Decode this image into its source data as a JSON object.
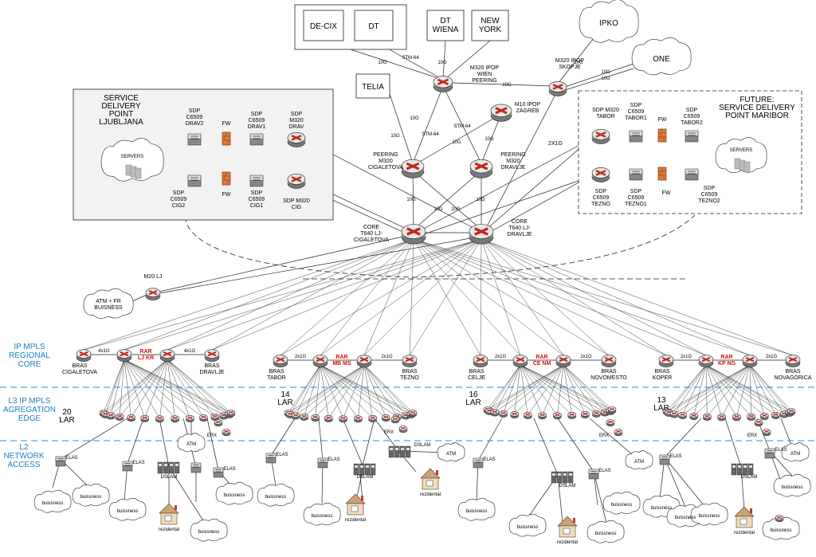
{
  "layers": {
    "core": "IP MPLS\nREGIONAL\nCORE",
    "edge": "L3 IP MPLS\nAGREGATION\nEDGE",
    "access": "L2\nNETWORK\nACCESS"
  },
  "peers": {
    "decix": "DE-CIX",
    "dt": "DT",
    "dtwiena": "DT\nWIENA",
    "newyork": "NEW\nYORK",
    "telia": "TELIA",
    "ipko": "IPKO",
    "one": "ONE"
  },
  "top_routers": {
    "wien": "M320 IPOP\nWIEN\nPEERING",
    "skopje": "M320 IPOP\nSKOPJE",
    "zagreb": "M10 IPOP\nZAGREB",
    "cig_peer": "PEERING\nM320\nCIGALETOVA",
    "drav_peer": "PEERING\nM320\nDRAVLJE",
    "core_cig": "CORE\nT640 LJ-\nCIGALETOVA",
    "core_drav": "CORE\nT640 LJ-\nDRAVLJE",
    "m20": "M20 LJ"
  },
  "link_labels": {
    "stm64a": "STM-64",
    "stm64b": "STM-64",
    "stm64c": "STM-64",
    "g10": "10G",
    "x2": "2X1G",
    "x2small": "2x1G",
    "x4small": "4x1G"
  },
  "sdp_lj": {
    "title": "SERVICE\nDELIVERY\nPOINT\nLJUBLJANA",
    "drav2": "SDP\nC6509\nDRAV2",
    "drav1": "SDP\nC6509\nDRAV1",
    "drav": "SDP\nM320\nDRAV",
    "cig2": "SDP\nC6509\nCIG2",
    "cig1": "SDP\nC6509\nCIG1",
    "cig": "SDP M320\nCIG",
    "fw": "FW",
    "servers": "SERVERS"
  },
  "sdp_mb": {
    "title": "FUTURE:\nSERVICE DELIVERY\nPOINT MARIBOR",
    "tabor": "SDP M320\nTABOR",
    "tabor1": "SDP\nC6509\nTABOR1",
    "tabor2": "SDP\nC6509\nTABOR2",
    "tezno": "SDP\nC6509\nTEZNO",
    "tezno1": "SDP\nC6509\nTEZNO1",
    "tezno2": "SDP\nC6509\nTEZNO2",
    "fw": "FW",
    "servers": "SERVERS"
  },
  "atmfr": "ATM + FR\nBUISNESS",
  "regions": [
    {
      "bras_a": "BRAS\nCIGALETOVA",
      "rar": "RAR\nLJ KR",
      "bras_b": "BRAS\nDRAVLJE",
      "lar": "20\nLAR"
    },
    {
      "bras_a": "BRAS\nTABOR",
      "rar": "RAR\nMB MS",
      "bras_b": "BRAS\nTEZNO",
      "lar": "14\nLAR"
    },
    {
      "bras_a": "BRAS\nCELJE",
      "rar": "RAR\nCE NM",
      "bras_b": "BRAS\nNOVOMESTO",
      "lar": "16\nLAR"
    },
    {
      "bras_a": "BRAS\nKOPER",
      "rar": "RAR\nKP NG",
      "bras_b": "BRAS\nNOVAGORICA",
      "lar": "13\nLAR"
    }
  ],
  "access": {
    "elas": "ELAS",
    "dslam": "DSLAM",
    "erx": "ERX",
    "atm": "ATM",
    "buissness": "buissness",
    "rezidental": "rezidental"
  }
}
